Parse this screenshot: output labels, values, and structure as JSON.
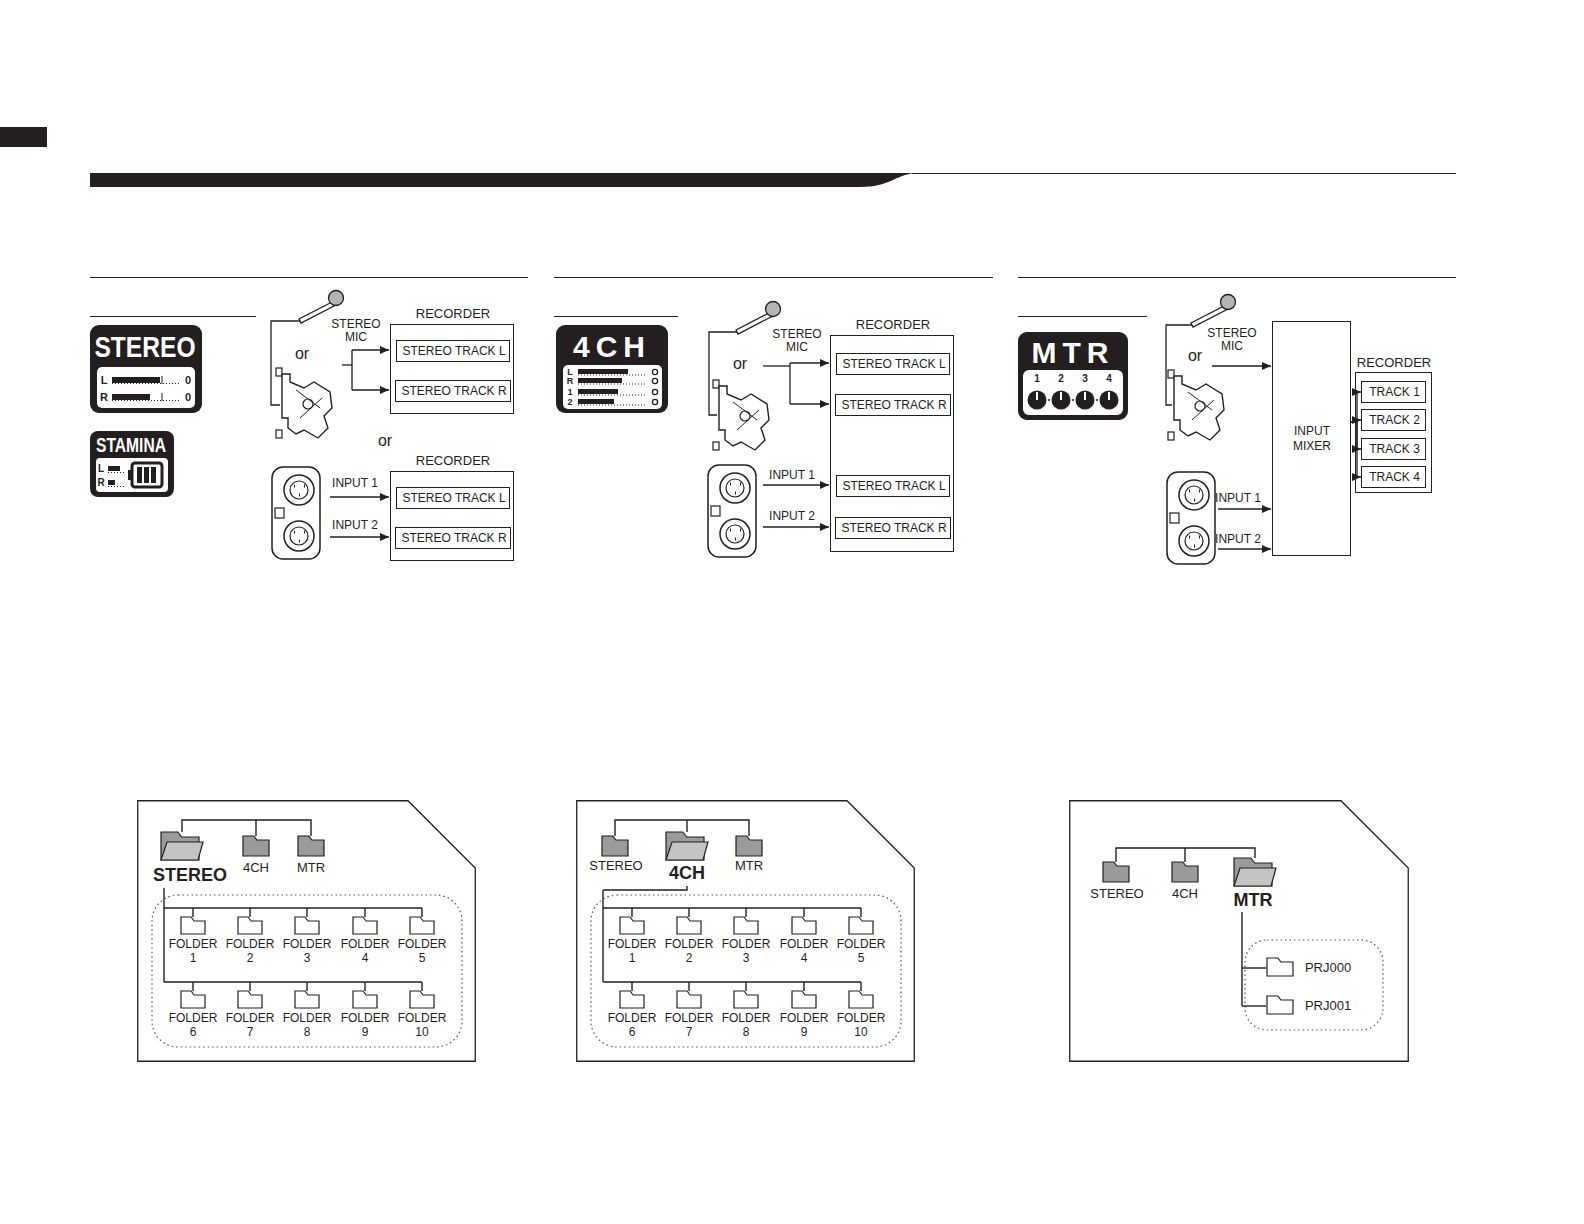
{
  "diagram": {
    "nodes": [
      {
        "text": [
          "STEREO",
          "L",
          "0",
          "R",
          "0"
        ]
      },
      {
        "text": [
          "STAMINA",
          "L",
          "R"
        ]
      },
      {
        "text": [
          "RECORDER"
        ]
      },
      {
        "text": [
          "STEREO TRACK L"
        ],
        "in": 2
      },
      {
        "text": [
          "STEREO TRACK R"
        ],
        "in": 2
      },
      {
        "text": [
          "RECORDER"
        ]
      },
      {
        "text": [
          "STEREO TRACK L"
        ],
        "in": 5
      },
      {
        "text": [
          "STEREO TRACK R"
        ],
        "in": 5
      },
      {
        "text": [
          "4CH",
          "L",
          "R",
          "1",
          "2"
        ]
      },
      {
        "text": [
          "RECORDER"
        ]
      },
      {
        "text": [
          "STEREO TRACK L"
        ],
        "in": 9
      },
      {
        "text": [
          "STEREO TRACK R"
        ],
        "in": 9
      },
      {
        "text": [
          "STEREO TRACK L"
        ],
        "in": 9
      },
      {
        "text": [
          "STEREO TRACK R"
        ],
        "in": 9
      },
      {
        "text": [
          "MTR",
          "1",
          "2",
          "3",
          "4"
        ]
      },
      {
        "text": [
          "INPUT MIXER"
        ]
      },
      {
        "text": [
          "RECORDER"
        ]
      },
      {
        "text": [
          "TRACK 1"
        ],
        "in": 16
      },
      {
        "text": [
          "TRACK 2"
        ],
        "in": 16
      },
      {
        "text": [
          "TRACK 3"
        ],
        "in": 16
      },
      {
        "text": [
          "TRACK 4"
        ],
        "in": 16
      },
      {
        "text": [
          "STEREO",
          "4CH",
          "MTR",
          "FOLDER 1",
          "FOLDER 2",
          "FOLDER 3",
          "FOLDER 4",
          "FOLDER 5",
          "FOLDER 6",
          "FOLDER 7",
          "FOLDER 8",
          "FOLDER 9",
          "FOLDER 10"
        ]
      },
      {
        "text": [
          "STEREO",
          "4CH",
          "MTR",
          "FOLDER 1",
          "FOLDER 2",
          "FOLDER 3",
          "FOLDER 4",
          "FOLDER 5",
          "FOLDER 6",
          "FOLDER 7",
          "FOLDER 8",
          "FOLDER 9",
          "FOLDER 10"
        ]
      },
      {
        "text": [
          "STEREO",
          "4CH",
          "MTR",
          "PRJ000",
          "PRJ001"
        ]
      }
    ],
    "edges": [
      {
        "from": 15,
        "to": 17,
        "arrow": "to"
      },
      {
        "from": 15,
        "to": 18,
        "arrow": "to"
      },
      {
        "from": 15,
        "to": 19,
        "arrow": "to"
      },
      {
        "from": 15,
        "to": 20,
        "arrow": "to"
      }
    ],
    "labels": [
      "STEREO MIC",
      "or",
      "or",
      "INPUT 1",
      "INPUT 2",
      "STEREO MIC",
      "or",
      "INPUT 1",
      "INPUT 2",
      "STEREO MIC",
      "or",
      "INPUT 1",
      "INPUT 2"
    ]
  }
}
